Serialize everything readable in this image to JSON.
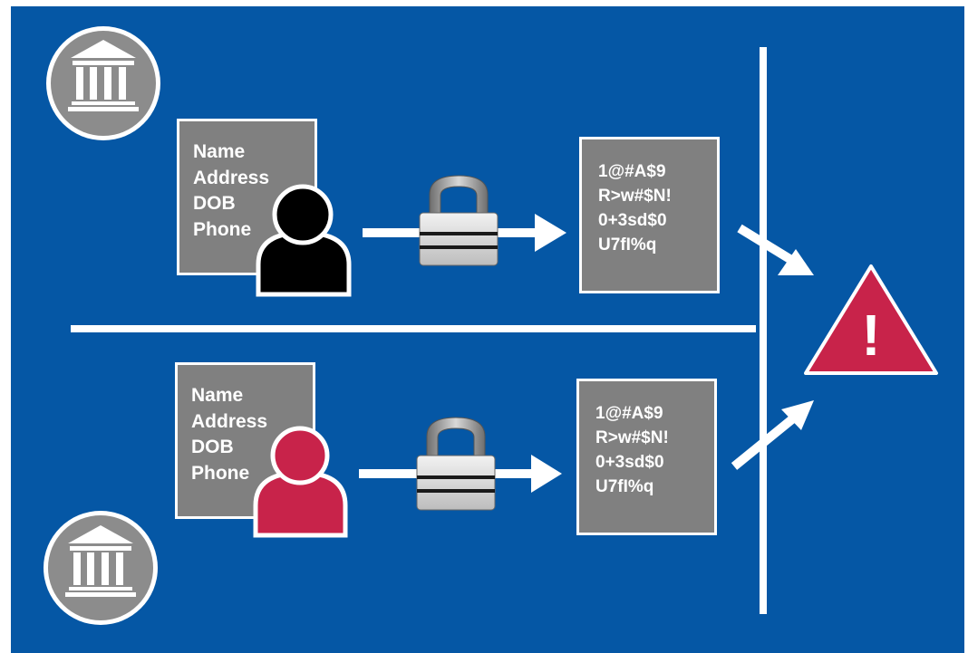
{
  "colors": {
    "background": "#0557a5",
    "box_gray": "#808080",
    "lines_white": "#ffffff",
    "person_top": "#000000",
    "person_bottom": "#c8234a",
    "warning_red": "#c8234a",
    "bank_gray": "#8c8c8c"
  },
  "top_lane": {
    "bank_icon": "bank-icon",
    "person_icon": "person-icon-black",
    "record_fields": [
      "Name",
      "Address",
      "DOB",
      "Phone"
    ],
    "lock_icon": "padlock-icon",
    "encrypted_lines": [
      "1@#A$9",
      "R>w#$N!",
      "0+3sd$0",
      "U7fI%q"
    ]
  },
  "bottom_lane": {
    "bank_icon": "bank-icon",
    "person_icon": "person-icon-red",
    "record_fields": [
      "Name",
      "Address",
      "DOB",
      "Phone"
    ],
    "lock_icon": "padlock-icon",
    "encrypted_lines": [
      "1@#A$9",
      "R>w#$N!",
      "0+3sd$0",
      "U7fI%q"
    ]
  },
  "warning": {
    "icon": "warning-triangle-icon",
    "symbol": "!"
  }
}
